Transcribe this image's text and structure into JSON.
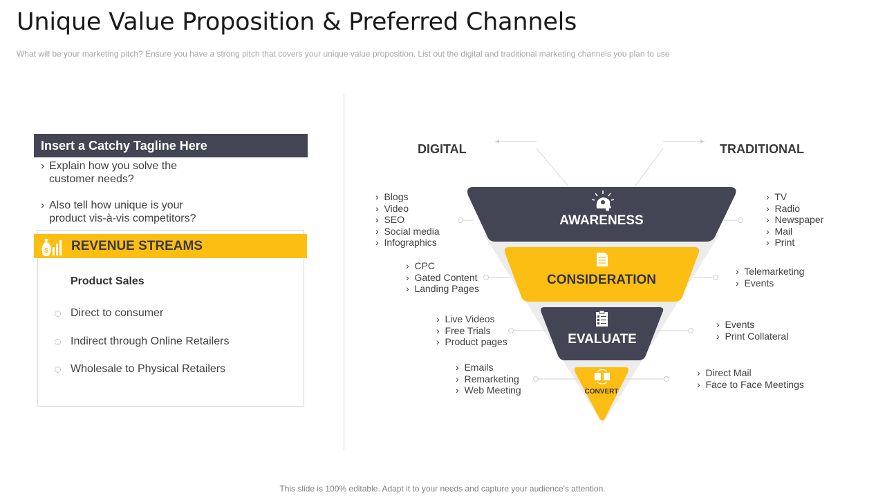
{
  "page": {
    "title": "Unique Value Proposition & Preferred Channels",
    "subtitle": "What will be your marketing pitch? Ensure you have  a strong pitch that covers your unique value  proposition. List out the digital and traditional marketing channels you plan to use",
    "footer": "This slide is 100% editable. Adapt it to your needs and capture your audience's attention."
  },
  "left": {
    "tagline": "Insert a Catchy Tagline Here",
    "points": [
      [
        "Explain how you solve the",
        "customer needs?"
      ],
      [
        "Also tell how unique is your",
        "product vis-à-vis competitors?"
      ]
    ],
    "revenue": {
      "title": "REVENUE STREAMS",
      "heading": "Product Sales",
      "items": [
        "Direct to consumer",
        "Indirect through Online Retailers",
        "Wholesale to Physical Retailers"
      ]
    }
  },
  "right": {
    "digital_label": "DIGITAL",
    "traditional_label": "TRADITIONAL",
    "stages": [
      {
        "name": "AWARENESS",
        "color": "#434554",
        "icon": "head-idea-icon",
        "digital": [
          "Blogs",
          "Video",
          "SEO",
          "Social media",
          "Infographics"
        ],
        "traditional": [
          "TV",
          "Radio",
          "Newspaper",
          "Mail",
          "Print"
        ]
      },
      {
        "name": "CONSIDERATION",
        "color": "#fdbe13",
        "icon": "document-icon",
        "digital": [
          "CPC",
          "Gated Content",
          "Landing Pages"
        ],
        "traditional": [
          "Telemarketing",
          "Events"
        ]
      },
      {
        "name": "EVALUATE",
        "color": "#434554",
        "icon": "checklist-icon",
        "digital": [
          "Live Videos",
          "Free Trials",
          "Product pages"
        ],
        "traditional": [
          "Events",
          "Print Collateral"
        ]
      },
      {
        "name": "CONVERT",
        "color": "#fdbe13",
        "icon": "files-exchange-icon",
        "digital": [
          "Emails",
          "Remarketing",
          "Web Meeting"
        ],
        "traditional": [
          "Direct Mail",
          "Face to Face Meetings"
        ]
      }
    ]
  }
}
